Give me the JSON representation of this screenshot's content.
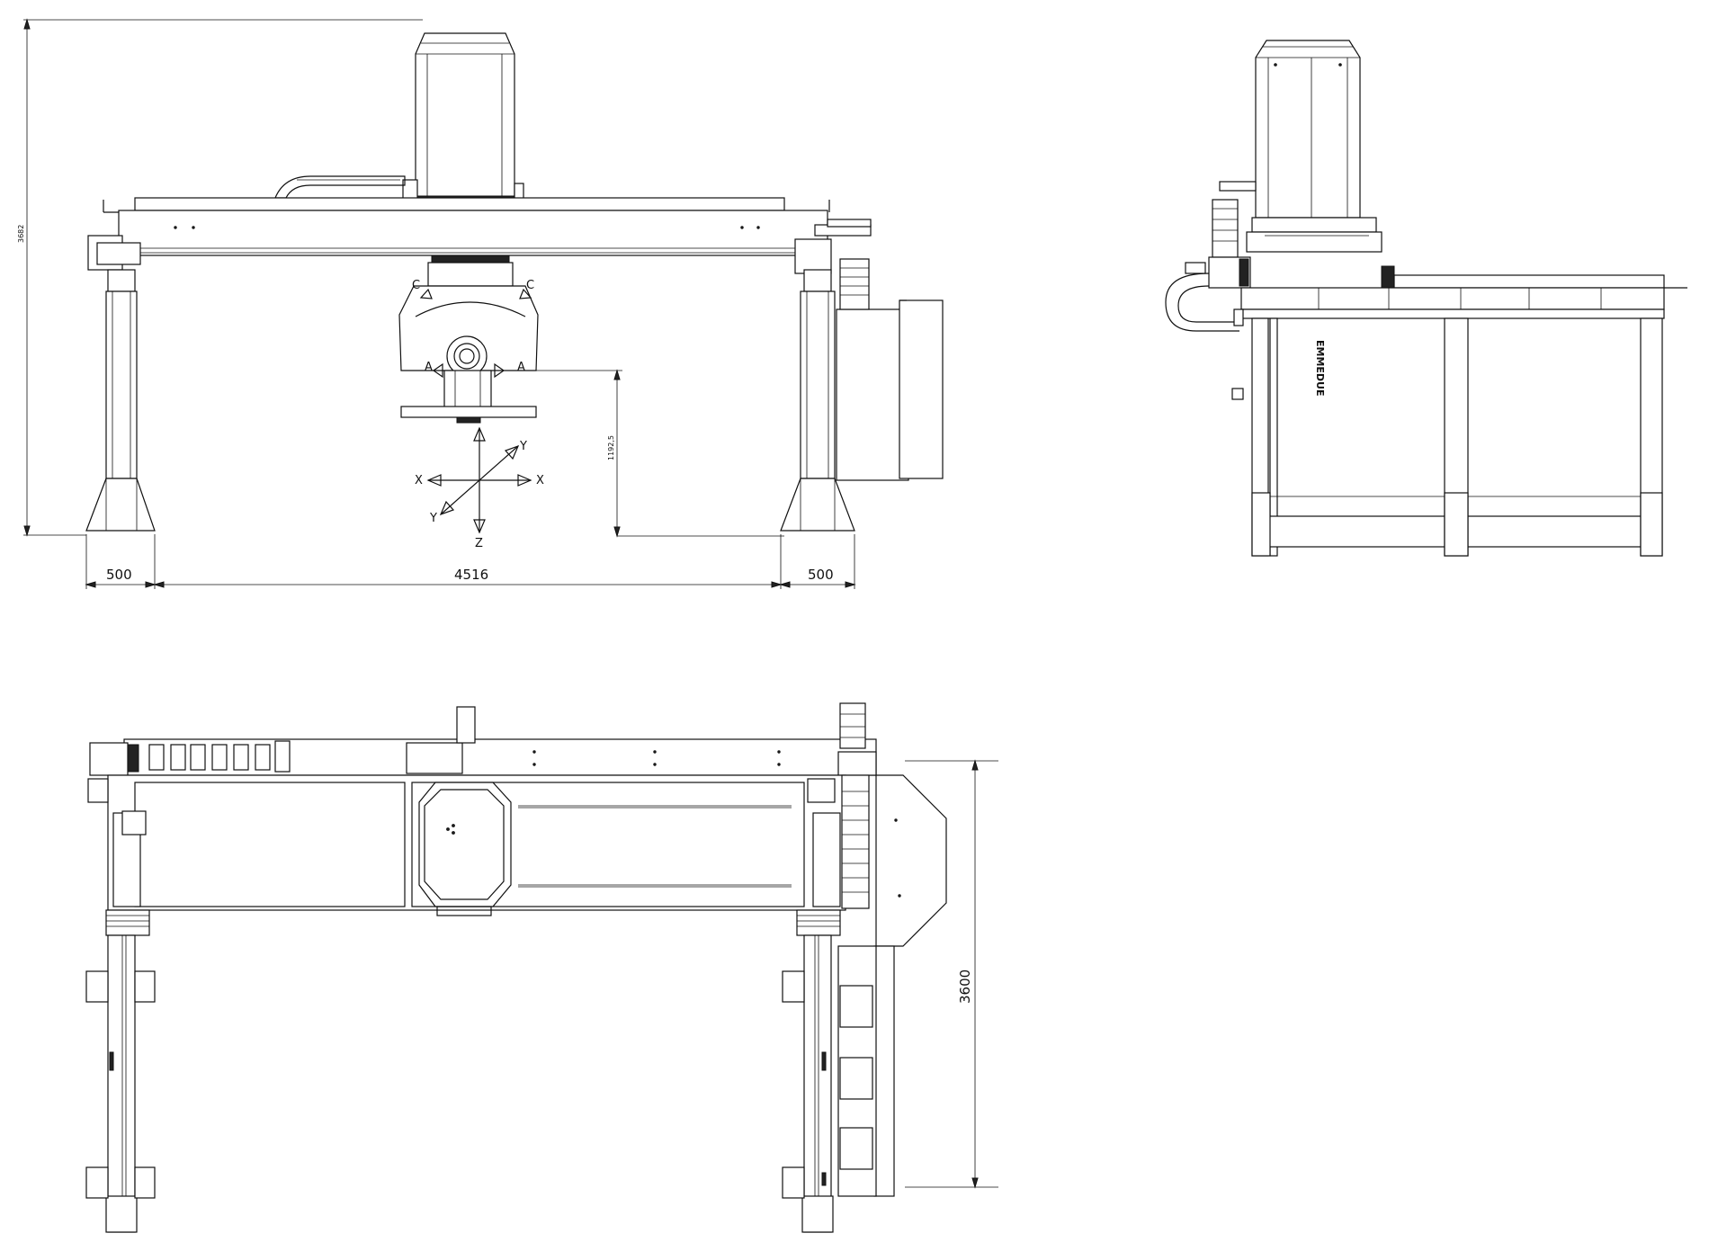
{
  "front_view": {
    "dimensions": {
      "overall_height": "3682",
      "left_base": "500",
      "span": "4516",
      "right_base": "500",
      "head_height": "1192,5"
    },
    "axis_labels": {
      "x_left": "X",
      "x_right": "X",
      "y_up": "Y",
      "y_down": "Y",
      "z": "Z"
    },
    "head_labels": {
      "c_left": "C",
      "c_right": "C",
      "a_left": "A",
      "a_right": "A"
    }
  },
  "side_view": {
    "brand_label": "EMMEDUE"
  },
  "top_view": {
    "dimensions": {
      "depth": "3600"
    }
  }
}
